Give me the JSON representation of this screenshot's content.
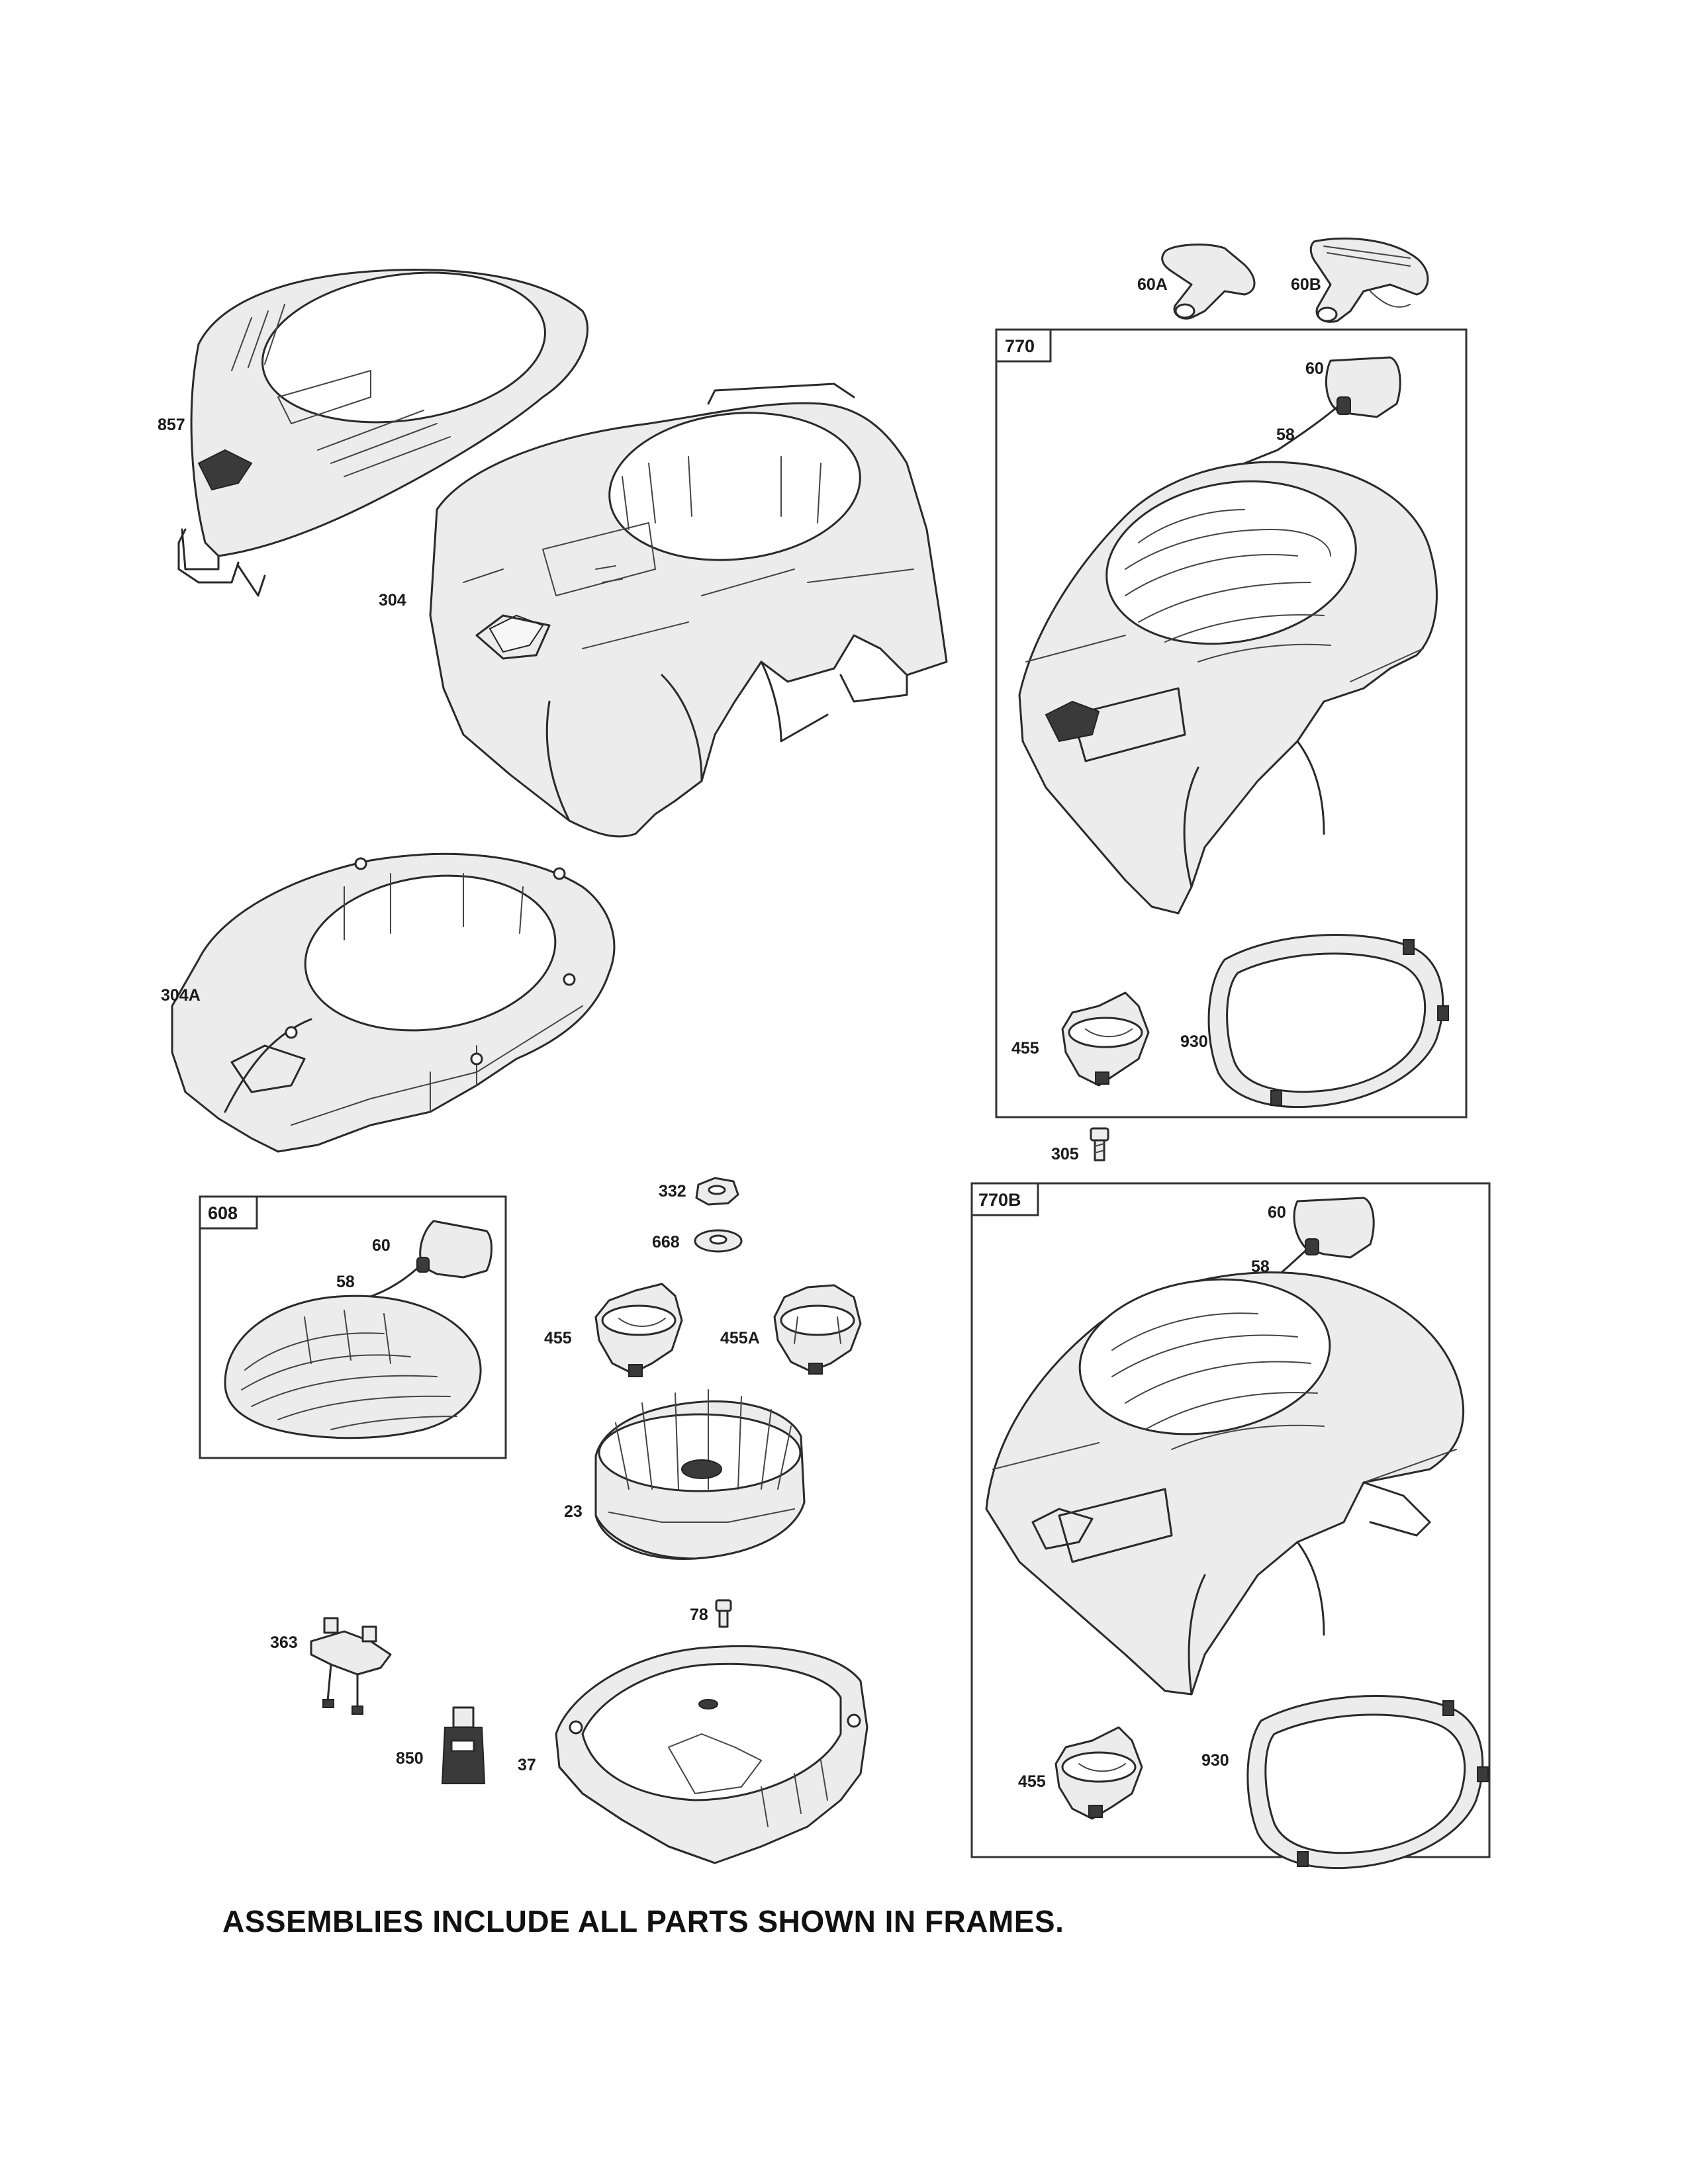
{
  "caption": "ASSEMBLIES INCLUDE ALL PARTS SHOWN IN FRAMES.",
  "frames": {
    "f770": "770",
    "f770b": "770B",
    "f608": "608"
  },
  "labels": {
    "p857": "857",
    "p304": "304",
    "p304a": "304A",
    "p60a": "60A",
    "p60b": "60B",
    "f770_60": "60",
    "f770_58": "58",
    "f770_455": "455",
    "f770_930": "930",
    "p305": "305",
    "f770b_60": "60",
    "f770b_58": "58",
    "f770b_455": "455",
    "f770b_930": "930",
    "f608_60": "60",
    "f608_58": "58",
    "p332": "332",
    "p668": "668",
    "p455": "455",
    "p455a": "455A",
    "p23": "23",
    "p78": "78",
    "p363": "363",
    "p850": "850",
    "p37": "37"
  }
}
